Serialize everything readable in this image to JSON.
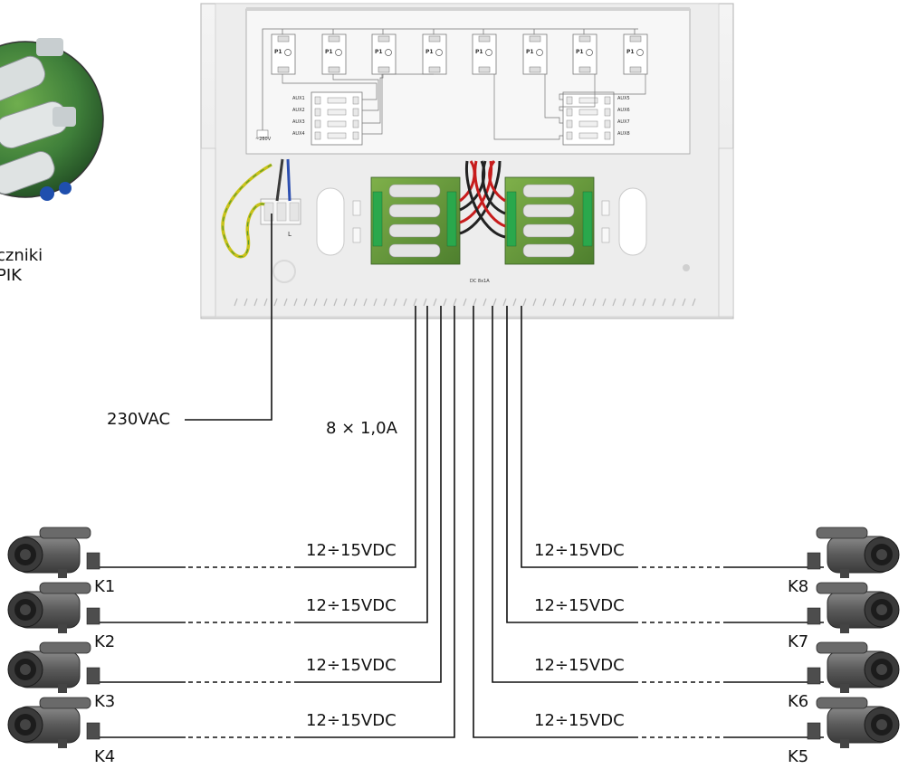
{
  "inset": {
    "caption_lines": [
      "czniki",
      "PIK"
    ]
  },
  "psu": {
    "modules": [
      "P1",
      "P1",
      "P1",
      "P1",
      "P1",
      "P1",
      "P1",
      "P1"
    ],
    "aux_left": [
      "AUX1",
      "AUX2",
      "AUX3",
      "AUX4"
    ],
    "aux_right": [
      "AUX5",
      "AUX6",
      "AUX7",
      "AUX8"
    ],
    "mains_label": "~230V",
    "terminal_label": "L",
    "board_label": "DC 8x1A"
  },
  "labels": {
    "mains": "230VAC",
    "outputs": "8 × 1,0A"
  },
  "channels": [
    {
      "id": "K1",
      "voltage": "12÷15VDC",
      "side": "left"
    },
    {
      "id": "K2",
      "voltage": "12÷15VDC",
      "side": "left"
    },
    {
      "id": "K3",
      "voltage": "12÷15VDC",
      "side": "left"
    },
    {
      "id": "K4",
      "voltage": "12÷15VDC",
      "side": "left"
    },
    {
      "id": "K8",
      "voltage": "12÷15VDC",
      "side": "right"
    },
    {
      "id": "K7",
      "voltage": "12÷15VDC",
      "side": "right"
    },
    {
      "id": "K6",
      "voltage": "12÷15VDC",
      "side": "right"
    },
    {
      "id": "K5",
      "voltage": "12÷15VDC",
      "side": "right"
    }
  ]
}
